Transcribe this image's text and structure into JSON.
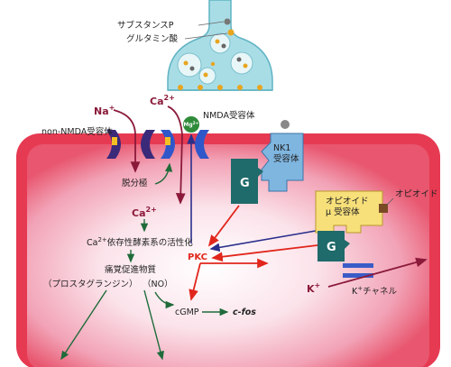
{
  "diagram": {
    "vesicle_labels": {
      "substance_p": "サブスタンスP",
      "glutamate": "グルタミン酸"
    },
    "ions": {
      "na": "Na",
      "na_sup": "+",
      "ca_top": "Ca",
      "ca_top_sup": "2+",
      "mg": "Mg",
      "mg_sup": "2+",
      "ca_inner": "Ca",
      "ca_inner_sup": "2+",
      "k": "K",
      "k_sup": "+"
    },
    "receptors": {
      "non_nmda": "non-NMDA受容体",
      "nmda": "NMDA受容体",
      "nk1_line1": "NK1",
      "nk1_line2": "受容体",
      "opioid_line1": "オピオイド",
      "opioid_line2": "μ 受容体",
      "opioid_ligand": "オピオイド",
      "k_channel_suffix": "チャネル",
      "k_channel_k": "K",
      "k_channel_sup": "+"
    },
    "g_proteins": {
      "g_left": "G",
      "g_right": "G"
    },
    "intracellular": {
      "depolarization": "脱分極",
      "ca_enzyme_prefix": "Ca",
      "ca_enzyme_sup": "2+",
      "ca_enzyme_suffix": "依存性酵素系の活性化",
      "pain_mediators": "痛覚促進物質",
      "prostaglandin": "（プロスタグランジン）",
      "no": "（NO）",
      "pkc": "PKC",
      "cgmp": "cGMP",
      "cfos": "c-fos"
    }
  }
}
